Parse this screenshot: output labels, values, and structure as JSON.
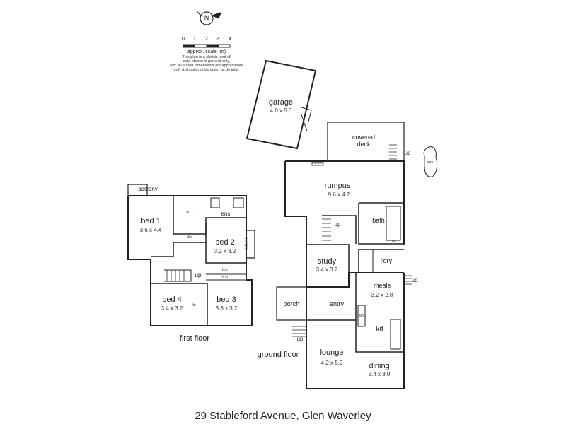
{
  "compass": {
    "letter": "N",
    "icon": "north-arrow-icon"
  },
  "scale": {
    "ticks": [
      "0",
      "1",
      "2",
      "3",
      "4"
    ],
    "label": "approx. scale (m)",
    "note_lines": [
      "This plan is a sketch, and all",
      "data shown is general only.",
      "NB: All stated dimensions are approximate",
      "only & should not be taken as definite."
    ]
  },
  "ground_floor": {
    "label": "ground floor",
    "rooms": {
      "garage": {
        "name": "garage",
        "dim": "4.0 x 5.6"
      },
      "covered_deck": {
        "name": "covered\ndeck"
      },
      "rumpus": {
        "name": "rumpus",
        "dim": "9.6 x 4.2"
      },
      "bath": {
        "name": "bath"
      },
      "study": {
        "name": "study",
        "dim": "3.4 x 3.2"
      },
      "ldry": {
        "name": "l'dry"
      },
      "meals": {
        "name": "meals",
        "dim": "3.2 x 2.8"
      },
      "porch": {
        "name": "porch"
      },
      "entry": {
        "name": "entry"
      },
      "kit": {
        "name": "kit."
      },
      "lounge": {
        "name": "lounge",
        "dim": "4.2 x 5.2"
      },
      "dining": {
        "name": "dining",
        "dim": "3.4 x 3.0"
      }
    },
    "annotations": {
      "heater": "heater",
      "up_deck": "up",
      "up_rumpus": "up",
      "up_meals": "up",
      "up_porch": "up",
      "spa": "spa",
      "pantry": "pantry",
      "wc": "wc"
    }
  },
  "first_floor": {
    "label": "first floor",
    "rooms": {
      "balcony": {
        "name": "balcony"
      },
      "bed1": {
        "name": "bed 1",
        "dim": "3.6 x 4.4"
      },
      "ens": {
        "name": "ens."
      },
      "bed2": {
        "name": "bed 2",
        "dim": "3.2 x 3.2"
      },
      "bed4": {
        "name": "bed 4",
        "dim": "3.4 x 3.2"
      },
      "bed3": {
        "name": "bed 3",
        "dim": "3.8 x 3.2"
      }
    },
    "annotations": {
      "wir": "w.i.r",
      "dw": "d/w",
      "bir1": "b.i.r",
      "bir2": "b.i.r",
      "up": "up",
      "balcony_side": "balcony",
      "lin": "lin"
    }
  },
  "address": "29 Stableford Avenue, Glen Waverley"
}
